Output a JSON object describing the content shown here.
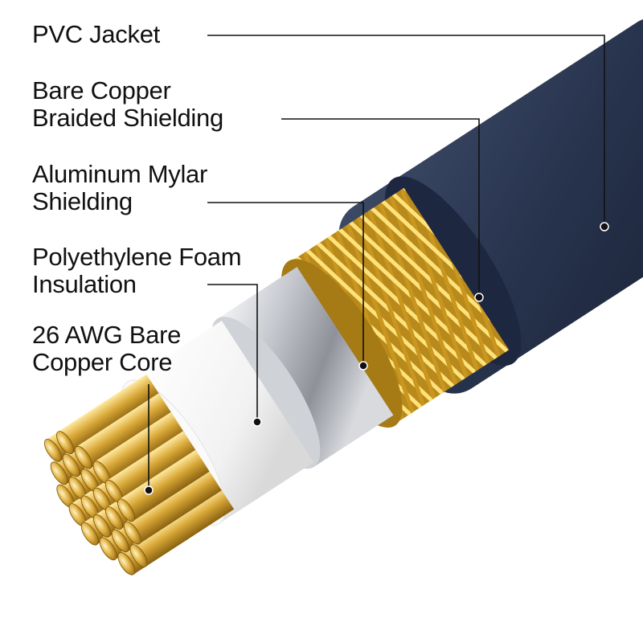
{
  "labels": [
    {
      "lines": [
        "PVC Jacket"
      ]
    },
    {
      "lines": [
        "Bare Copper",
        "Braided Shielding"
      ]
    },
    {
      "lines": [
        "Aluminum Mylar",
        "Shielding"
      ]
    },
    {
      "lines": [
        "Polyethylene Foam",
        "Insulation"
      ]
    },
    {
      "lines": [
        "26 AWG Bare",
        "Copper Core"
      ]
    }
  ],
  "colors": {
    "jacket": "#27334d",
    "braid": "#c9961f",
    "braid_highlight": "#ffe27a",
    "mylar": "#b9bcc2",
    "mylar_highlight": "#f4f5f7",
    "foam": "#ffffff",
    "core": "#c89a2a",
    "core_highlight": "#ffe9a0",
    "leader": "#111111"
  }
}
